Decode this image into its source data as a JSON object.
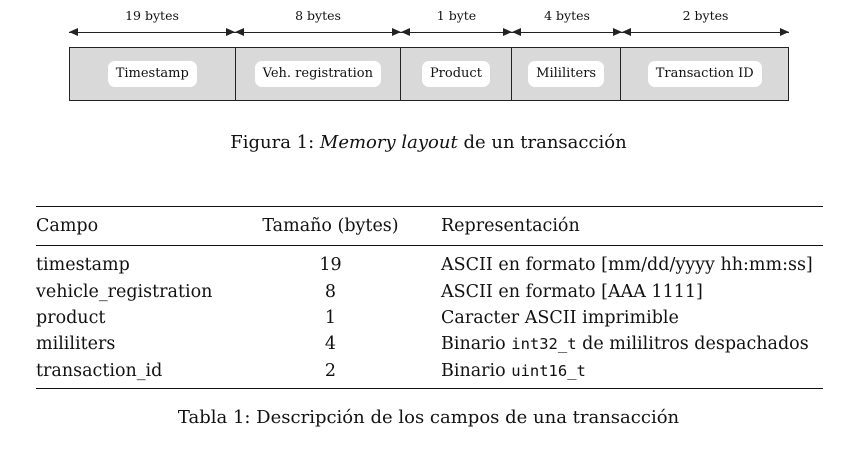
{
  "figure": {
    "segments": [
      {
        "size_label": "19 bytes",
        "field_label": "Timestamp"
      },
      {
        "size_label": "8 bytes",
        "field_label": "Veh. registration"
      },
      {
        "size_label": "1 byte",
        "field_label": "Product"
      },
      {
        "size_label": "4 bytes",
        "field_label": "Mililiters"
      },
      {
        "size_label": "2 bytes",
        "field_label": "Transaction ID"
      }
    ],
    "caption_prefix": "Figura 1:",
    "caption_italic": "Memory layout",
    "caption_suffix": "de un transacción"
  },
  "table": {
    "headers": {
      "campo": "Campo",
      "size": "Tamaño (bytes)",
      "repr": "Representación"
    },
    "rows": [
      {
        "campo": "timestamp",
        "size": "19",
        "repr_pre": "ASCII en formato [mm/dd/yyyy hh:mm:ss]",
        "repr_code": "",
        "repr_post": ""
      },
      {
        "campo": "vehicle_registration",
        "size": "8",
        "repr_pre": "ASCII en formato [AAA 1111]",
        "repr_code": "",
        "repr_post": ""
      },
      {
        "campo": "product",
        "size": "1",
        "repr_pre": "Caracter ASCII imprimible",
        "repr_code": "",
        "repr_post": ""
      },
      {
        "campo": "mililiters",
        "size": "4",
        "repr_pre": "Binario ",
        "repr_code": "int32_t",
        "repr_post": " de mililitros despachados"
      },
      {
        "campo": "transaction_id",
        "size": "2",
        "repr_pre": "Binario ",
        "repr_code": "uint16_t",
        "repr_post": ""
      }
    ],
    "caption": "Tabla 1: Descripción de los campos de una transacción"
  }
}
